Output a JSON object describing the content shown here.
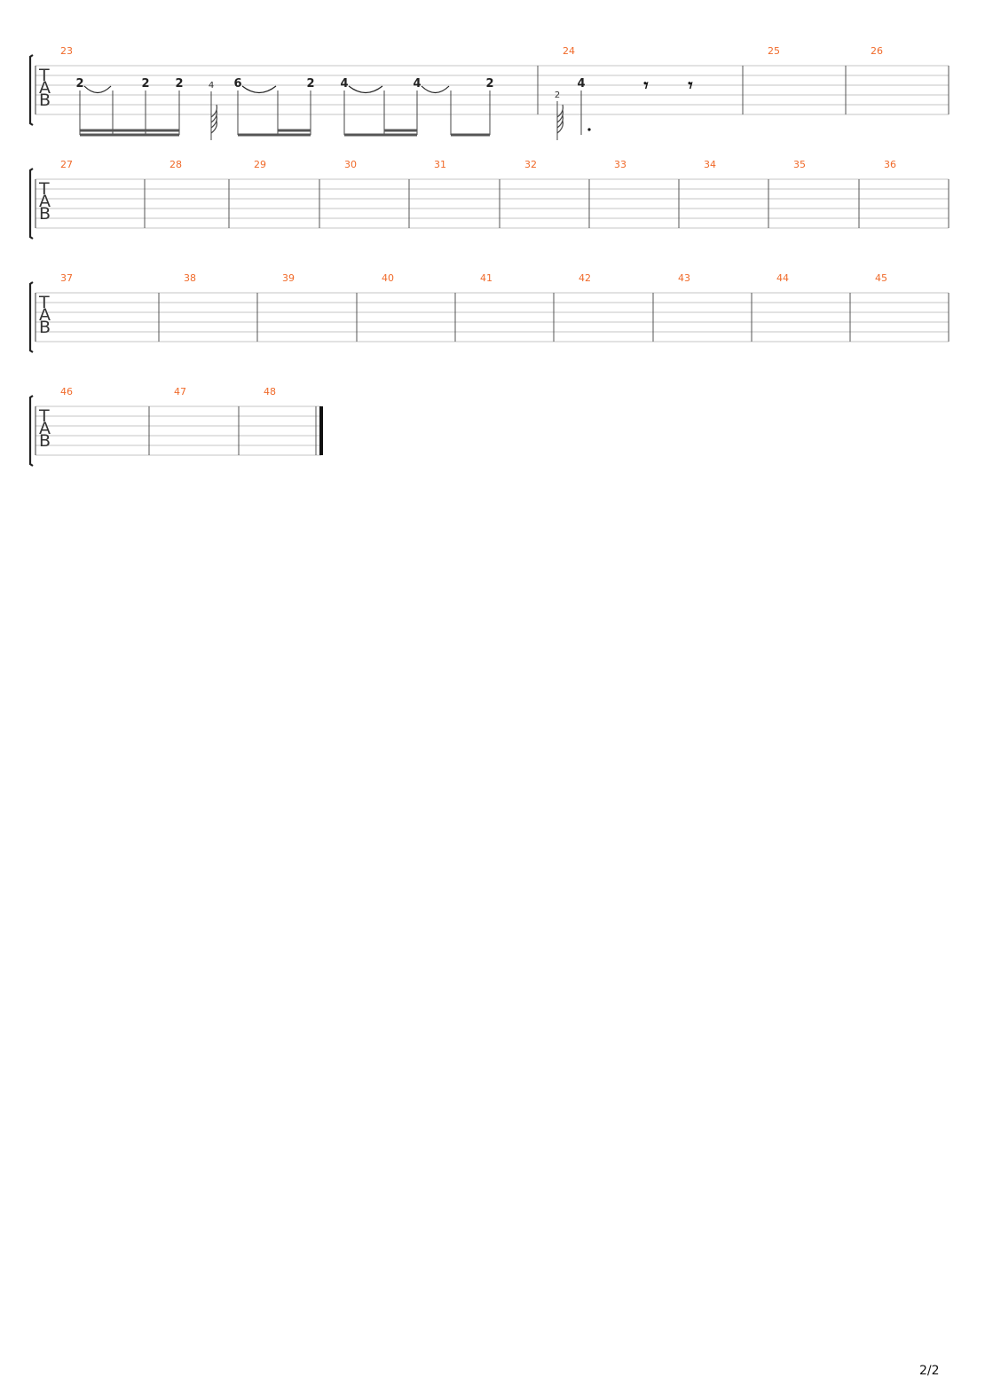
{
  "colors": {
    "measure_number": "#f06a2a",
    "staff_line": "#c4c4c4",
    "barline": "#555555",
    "ink": "#222222"
  },
  "tab_clef_letters": [
    "T",
    "A",
    "B"
  ],
  "systems": [
    {
      "measures": [
        "23",
        "24",
        "25",
        "26"
      ],
      "events": [
        {
          "measure": "23",
          "fret": "2",
          "kind": "note",
          "beam": "16th",
          "tie_to_next": true
        },
        {
          "measure": "23",
          "fret": "",
          "kind": "tied-continuation",
          "beam": "16th"
        },
        {
          "measure": "23",
          "fret": "2",
          "kind": "note",
          "beam": "16th"
        },
        {
          "measure": "23",
          "fret": "2",
          "kind": "note",
          "beam": "16th"
        },
        {
          "measure": "23",
          "fret": "4",
          "kind": "grace-note"
        },
        {
          "measure": "23",
          "fret": "6",
          "kind": "note",
          "beam": "8th",
          "tie_to_next": true
        },
        {
          "measure": "23",
          "fret": "",
          "kind": "tied-continuation",
          "beam": "16th"
        },
        {
          "measure": "23",
          "fret": "2",
          "kind": "note",
          "beam": "16th"
        },
        {
          "measure": "23",
          "fret": "4",
          "kind": "note",
          "beam": "8th",
          "tie_to_next": true
        },
        {
          "measure": "23",
          "fret": "",
          "kind": "tied-continuation",
          "beam": "16th"
        },
        {
          "measure": "23",
          "fret": "4",
          "kind": "note",
          "beam": "16th",
          "tie_to_next": true
        },
        {
          "measure": "23",
          "fret": "",
          "kind": "tied-continuation",
          "beam": "8th"
        },
        {
          "measure": "23",
          "fret": "2",
          "kind": "note",
          "beam": "8th"
        },
        {
          "measure": "24",
          "fret": "2",
          "kind": "grace-note"
        },
        {
          "measure": "24",
          "fret": "4",
          "kind": "note",
          "dotted": true
        },
        {
          "measure": "24",
          "fret": "",
          "kind": "rest"
        },
        {
          "measure": "24",
          "fret": "",
          "kind": "rest"
        }
      ]
    },
    {
      "measures": [
        "27",
        "28",
        "29",
        "30",
        "31",
        "32",
        "33",
        "34",
        "35",
        "36"
      ],
      "events": []
    },
    {
      "measures": [
        "37",
        "38",
        "39",
        "40",
        "41",
        "42",
        "43",
        "44",
        "45"
      ],
      "events": []
    },
    {
      "measures": [
        "46",
        "47",
        "48"
      ],
      "events": [],
      "final_barline": true
    }
  ],
  "page_number": "2/2"
}
